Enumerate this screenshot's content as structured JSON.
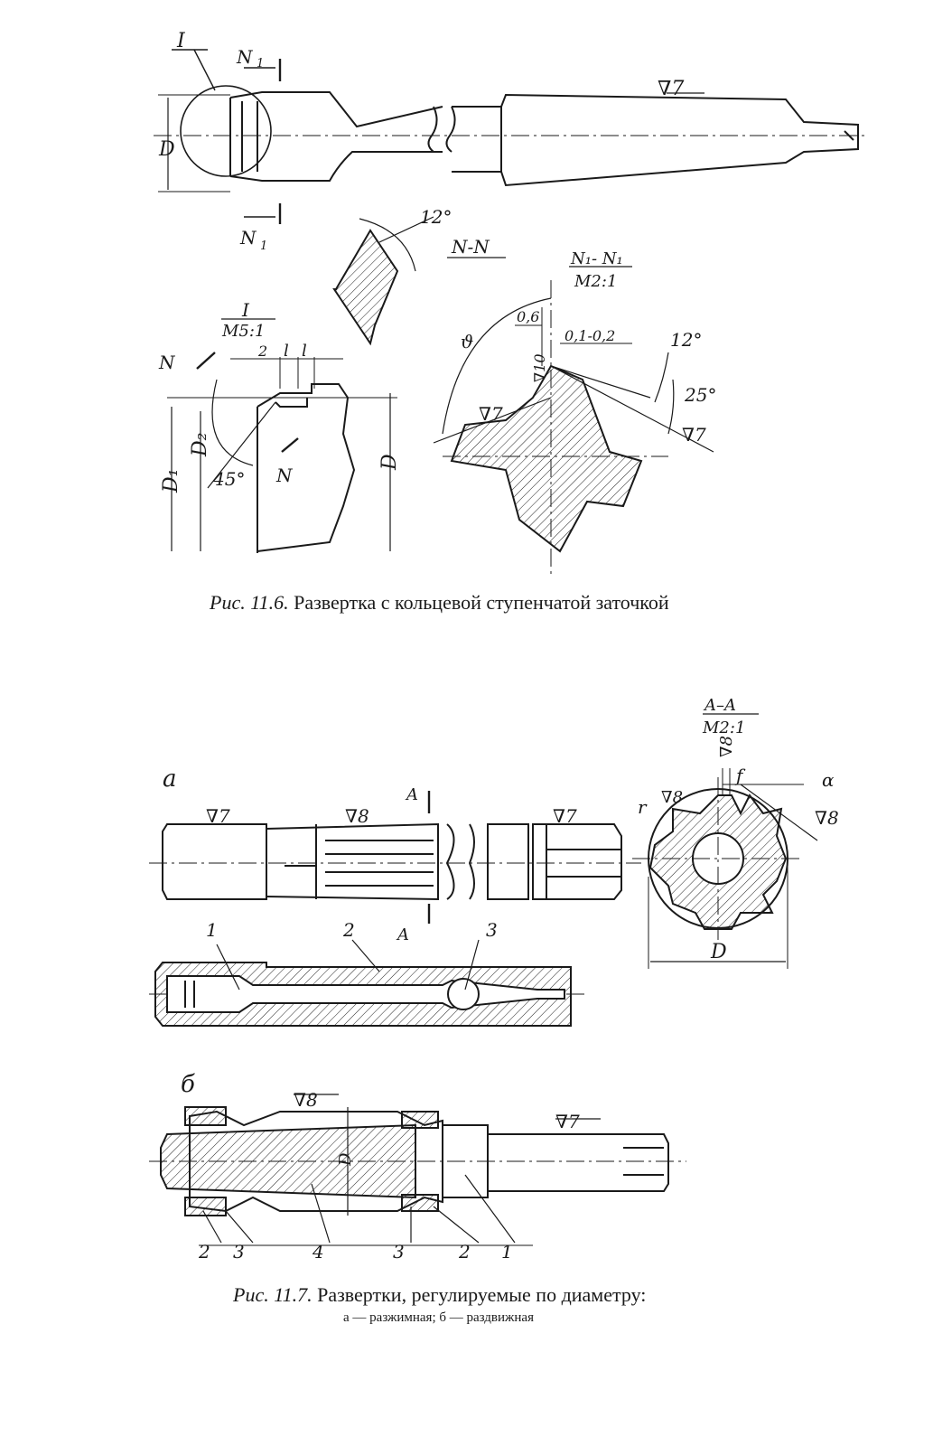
{
  "fig1": {
    "caption_num": "Рис. 11.6.",
    "caption_text": "Развертка с кольцевой ступенчатой заточкой",
    "labels": {
      "I": "I",
      "N1": "N",
      "sub1": "1",
      "D": "D",
      "surf7": "∇7",
      "angle12": "12°",
      "NN": "N-N",
      "N1N1": "N₁- N₁",
      "M21": "M2:1",
      "I_detail": "I",
      "M51": "M5:1",
      "d06": "0,6",
      "d0102": "0,1-0,2",
      "theta": "ϑ",
      "surf10": "∇10",
      "angle25": "25°",
      "angle45": "45°",
      "l": "l",
      "two": "2",
      "D1": "D₁",
      "D2": "D₂",
      "N": "N"
    }
  },
  "fig2": {
    "caption_num": "Рис. 11.7.",
    "caption_text": "Развертки, регулируемые по диаметру:",
    "caption_sub": "а — разжимная; б — раздвижная",
    "labels": {
      "a": "a",
      "b": "б",
      "A": "A",
      "AA": "A–A",
      "M21": "M2:1",
      "surf7": "∇7",
      "surf8": "∇8",
      "f": "f",
      "alpha": "α",
      "r": "r",
      "D": "D",
      "p1": "1",
      "p2": "2",
      "p3": "3",
      "p4": "4"
    }
  }
}
